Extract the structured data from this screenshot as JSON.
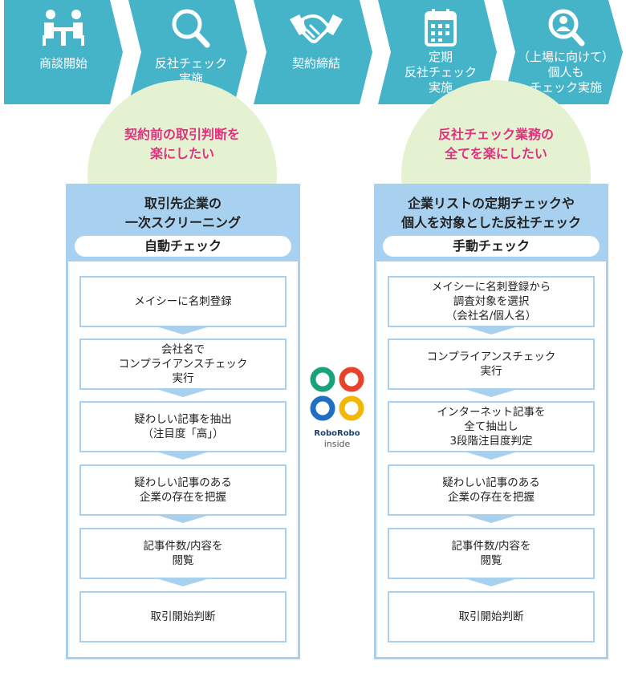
{
  "steps": [
    {
      "label": "商談開始",
      "icon": "meeting-icon"
    },
    {
      "label": "反社チェック\n実施",
      "icon": "magnifier-icon"
    },
    {
      "label": "契約締結",
      "icon": "handshake-icon"
    },
    {
      "label": "定期\n反社チェック\n実施",
      "icon": "calendar-icon"
    },
    {
      "label": "（上場に向けて）\n個人も\nチェック実施",
      "icon": "person-search-icon"
    }
  ],
  "bubbles": [
    {
      "text": "契約前の取引判断を\n楽にしたい"
    },
    {
      "text": "反社チェック業務の\n全てを楽にしたい"
    }
  ],
  "columns": [
    {
      "title": "取引先企業の\n一次スクリーニング",
      "pill": "自動チェック",
      "boxes": [
        "メイシーに名刺登録",
        "会社名で\nコンプライアンスチェック\n実行",
        "疑わしい記事を抽出\n（注目度「高」）",
        "疑わしい記事のある\n企業の存在を把握",
        "記事件数/内容を\n閲覧",
        "取引開始判断"
      ]
    },
    {
      "title": "企業リストの定期チェックや\n個人を対象とした反社チェック",
      "pill": "手動チェック",
      "boxes": [
        "メイシーに名刺登録から\n調査対象を選択\n（会社名/個人名）",
        "コンプライアンスチェック\n実行",
        "インターネット記事を\n全て抽出し\n3段階注目度判定",
        "疑わしい記事のある\n企業の存在を把握",
        "記事件数/内容を\n閲覧",
        "取引開始判断"
      ]
    }
  ],
  "logo": {
    "brand": "RoboRobo",
    "sub": "inside",
    "colors": [
      "#1aa37a",
      "#e8432a",
      "#1f6fc2",
      "#f2b705"
    ]
  },
  "colors": {
    "step_bg": "#45b4c9",
    "column_border": "#a8d0ef",
    "bubble_bg": "#e5f2d2",
    "accent_text": "#e0317f"
  }
}
